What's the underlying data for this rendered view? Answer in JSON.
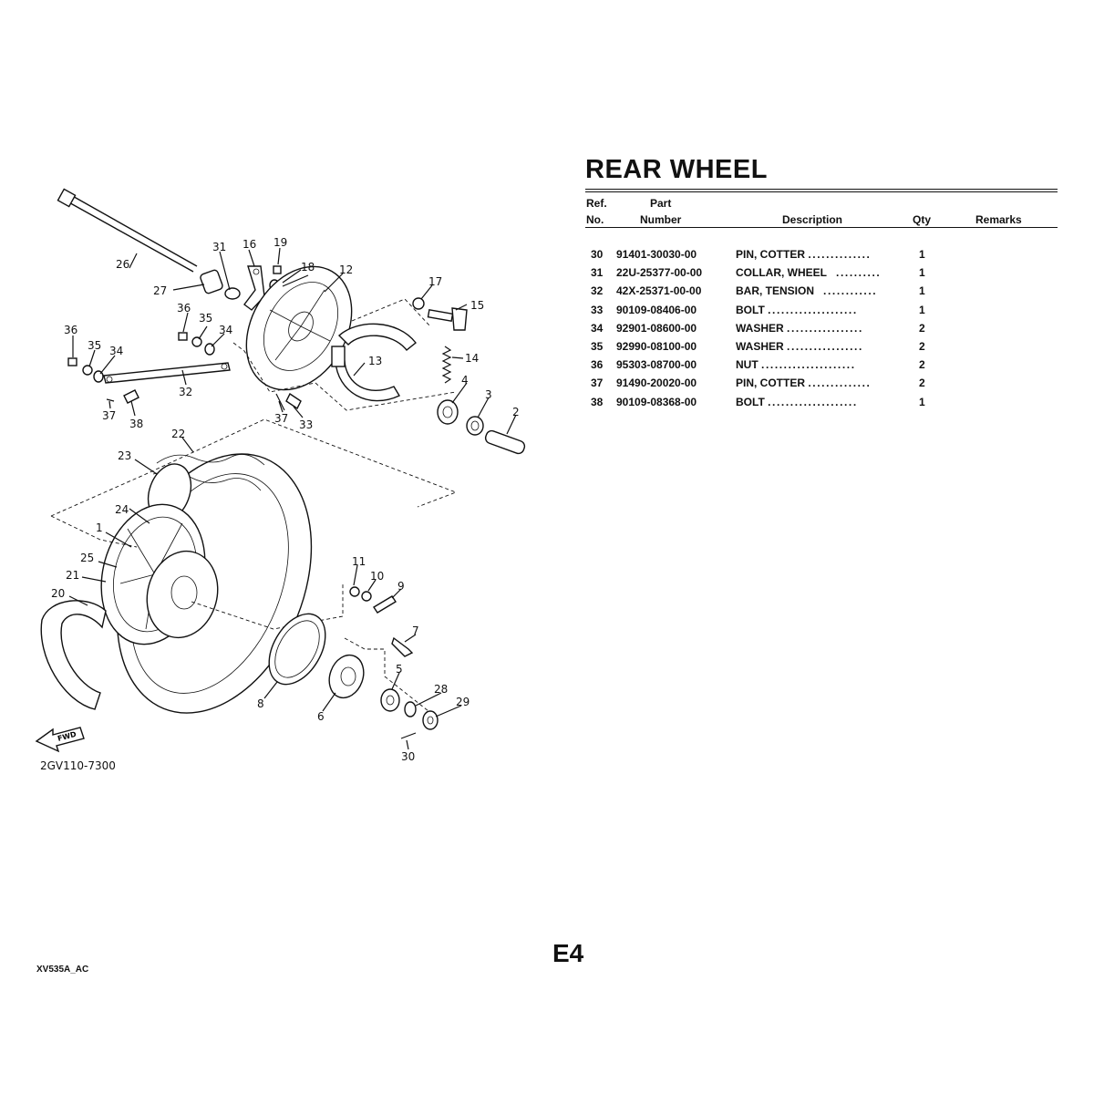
{
  "page": {
    "title": "REAR WHEEL",
    "page_code": "E4",
    "footer": "XV535A_AC",
    "diagram_code": "2GV110-7300",
    "fwd_label": "FWD"
  },
  "table": {
    "headers": {
      "ref_top": "Ref.",
      "ref_bottom": "No.",
      "part_top": "Part",
      "part_bottom": "Number",
      "description": "Description",
      "qty": "Qty",
      "remarks": "Remarks"
    },
    "rows": [
      {
        "ref": "30",
        "number": "91401-30030-00",
        "description": "PIN, COTTER",
        "dots": "..............",
        "qty": "1"
      },
      {
        "ref": "31",
        "number": "22U-25377-00-00",
        "description": "COLLAR, WHEEL",
        "dots": "..........",
        "qty": "1"
      },
      {
        "ref": "32",
        "number": "42X-25371-00-00",
        "description": "BAR, TENSION",
        "dots": "............",
        "qty": "1"
      },
      {
        "ref": "33",
        "number": "90109-08406-00",
        "description": "BOLT",
        "dots": "....................",
        "qty": "1"
      },
      {
        "ref": "34",
        "number": "92901-08600-00",
        "description": "WASHER",
        "dots": ".................",
        "qty": "2"
      },
      {
        "ref": "35",
        "number": "92990-08100-00",
        "description": "WASHER",
        "dots": ".................",
        "qty": "2"
      },
      {
        "ref": "36",
        "number": "95303-08700-00",
        "description": "NUT",
        "dots": ".....................",
        "qty": "2"
      },
      {
        "ref": "37",
        "number": "91490-20020-00",
        "description": "PIN, COTTER",
        "dots": "..............",
        "qty": "2"
      },
      {
        "ref": "38",
        "number": "90109-08368-00",
        "description": "BOLT",
        "dots": "....................",
        "qty": "1"
      }
    ]
  },
  "callouts": {
    "c1": "1",
    "c2": "2",
    "c3": "3",
    "c4": "4",
    "c5": "5",
    "c6": "6",
    "c7": "7",
    "c8": "8",
    "c9": "9",
    "c10": "10",
    "c11": "11",
    "c12": "12",
    "c13": "13",
    "c14": "14",
    "c15": "15",
    "c16": "16",
    "c17": "17",
    "c18": "18",
    "c19": "19",
    "c20": "20",
    "c21": "21",
    "c22": "22",
    "c23": "23",
    "c24": "24",
    "c25": "25",
    "c26": "26",
    "c27": "27",
    "c28": "28",
    "c29": "29",
    "c30": "30",
    "c31": "31",
    "c32": "32",
    "c33": "33",
    "c34a": "34",
    "c34b": "34",
    "c35a": "35",
    "c35b": "35",
    "c36a": "36",
    "c36b": "36",
    "c37a": "37",
    "c37b": "37",
    "c38": "38"
  }
}
